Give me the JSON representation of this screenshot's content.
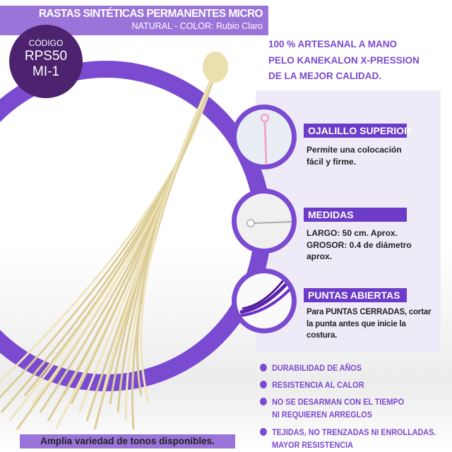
{
  "header": {
    "title": "RASTAS SINTÉTICAS PERMANENTES MICRO",
    "subtitle": "NATURAL - COLOR: Rubio Claro"
  },
  "code": {
    "label": "CÓDIGO",
    "line1": "RPS50",
    "line2": "MI-1"
  },
  "taglines": [
    "100 % ARTESANAL A MANO",
    "PELO KANEKALON X-PRESSION",
    "DE LA MEJOR CALIDAD."
  ],
  "features": [
    {
      "title": "OJALILLO SUPERIOR",
      "lines": [
        "Permite una colocación",
        "fácil y firme."
      ]
    },
    {
      "title": "MEDIDAS",
      "lines": [
        "LARGO: 50 cm. Aprox.",
        "GROSOR: 0.4 de diámetro",
        "aprox."
      ]
    },
    {
      "title": "PUNTAS ABIERTAS",
      "lines": [
        "Para PUNTAS CERRADAS, cortar",
        "la punta antes que inicie la",
        "costura."
      ]
    }
  ],
  "bullets": [
    [
      "DURABILIDAD DE AÑOS"
    ],
    [
      "RESISTENCIA AL CALOR"
    ],
    [
      "NO SE DESARMAN CON EL TIEMPO",
      "NI REQUIEREN ARREGLOS"
    ],
    [
      "TEJIDAS, NO TRENZADAS NI ENROLLADAS.",
      "MAYOR RESISTENCIA"
    ]
  ],
  "footer": "Amplia variedad de tonos disponibles.",
  "colors": {
    "accent": "#7a4bd1",
    "header": "#9b74da",
    "code_bg": "#4d226f",
    "panel": "#efeaf8"
  }
}
